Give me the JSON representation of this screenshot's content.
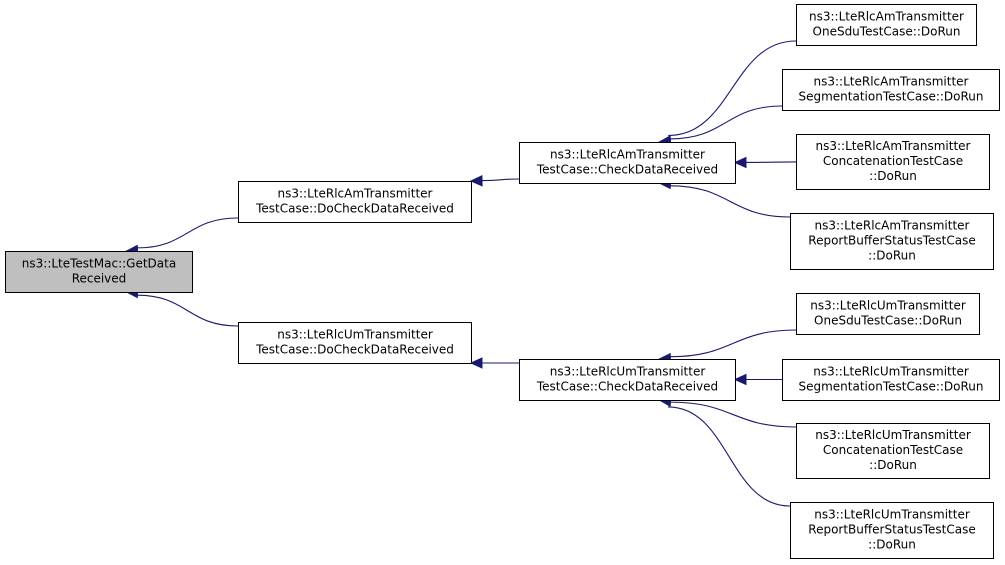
{
  "graph": {
    "nodes": {
      "root": [
        "ns3::LteTestMac::GetData",
        "Received"
      ],
      "am_docheck": [
        "ns3::LteRlcAmTransmitter",
        "TestCase::DoCheckDataReceived"
      ],
      "um_docheck": [
        "ns3::LteRlcUmTransmitter",
        "TestCase::DoCheckDataReceived"
      ],
      "am_check": [
        "ns3::LteRlcAmTransmitter",
        "TestCase::CheckDataReceived"
      ],
      "um_check": [
        "ns3::LteRlcUmTransmitter",
        "TestCase::CheckDataReceived"
      ],
      "am_onesdu": [
        "ns3::LteRlcAmTransmitter",
        "OneSduTestCase::DoRun"
      ],
      "am_seg": [
        "ns3::LteRlcAmTransmitter",
        "SegmentationTestCase::DoRun"
      ],
      "am_concat": [
        "ns3::LteRlcAmTransmitter",
        "ConcatenationTestCase",
        "::DoRun"
      ],
      "am_report": [
        "ns3::LteRlcAmTransmitter",
        "ReportBufferStatusTestCase",
        "::DoRun"
      ],
      "um_onesdu": [
        "ns3::LteRlcUmTransmitter",
        "OneSduTestCase::DoRun"
      ],
      "um_seg": [
        "ns3::LteRlcUmTransmitter",
        "SegmentationTestCase::DoRun"
      ],
      "um_concat": [
        "ns3::LteRlcUmTransmitter",
        "ConcatenationTestCase",
        "::DoRun"
      ],
      "um_report": [
        "ns3::LteRlcUmTransmitter",
        "ReportBufferStatusTestCase",
        "::DoRun"
      ]
    },
    "edges": [
      [
        "am_docheck",
        "root"
      ],
      [
        "um_docheck",
        "root"
      ],
      [
        "am_check",
        "am_docheck"
      ],
      [
        "um_check",
        "um_docheck"
      ],
      [
        "am_onesdu",
        "am_check"
      ],
      [
        "am_seg",
        "am_check"
      ],
      [
        "am_concat",
        "am_check"
      ],
      [
        "am_report",
        "am_check"
      ],
      [
        "um_onesdu",
        "um_check"
      ],
      [
        "um_seg",
        "um_check"
      ],
      [
        "um_concat",
        "um_check"
      ],
      [
        "um_report",
        "um_check"
      ]
    ],
    "colors": {
      "edge": "#191970",
      "root_fill": "#bfbfbf",
      "node_fill": "#ffffff",
      "border": "#000000"
    }
  }
}
